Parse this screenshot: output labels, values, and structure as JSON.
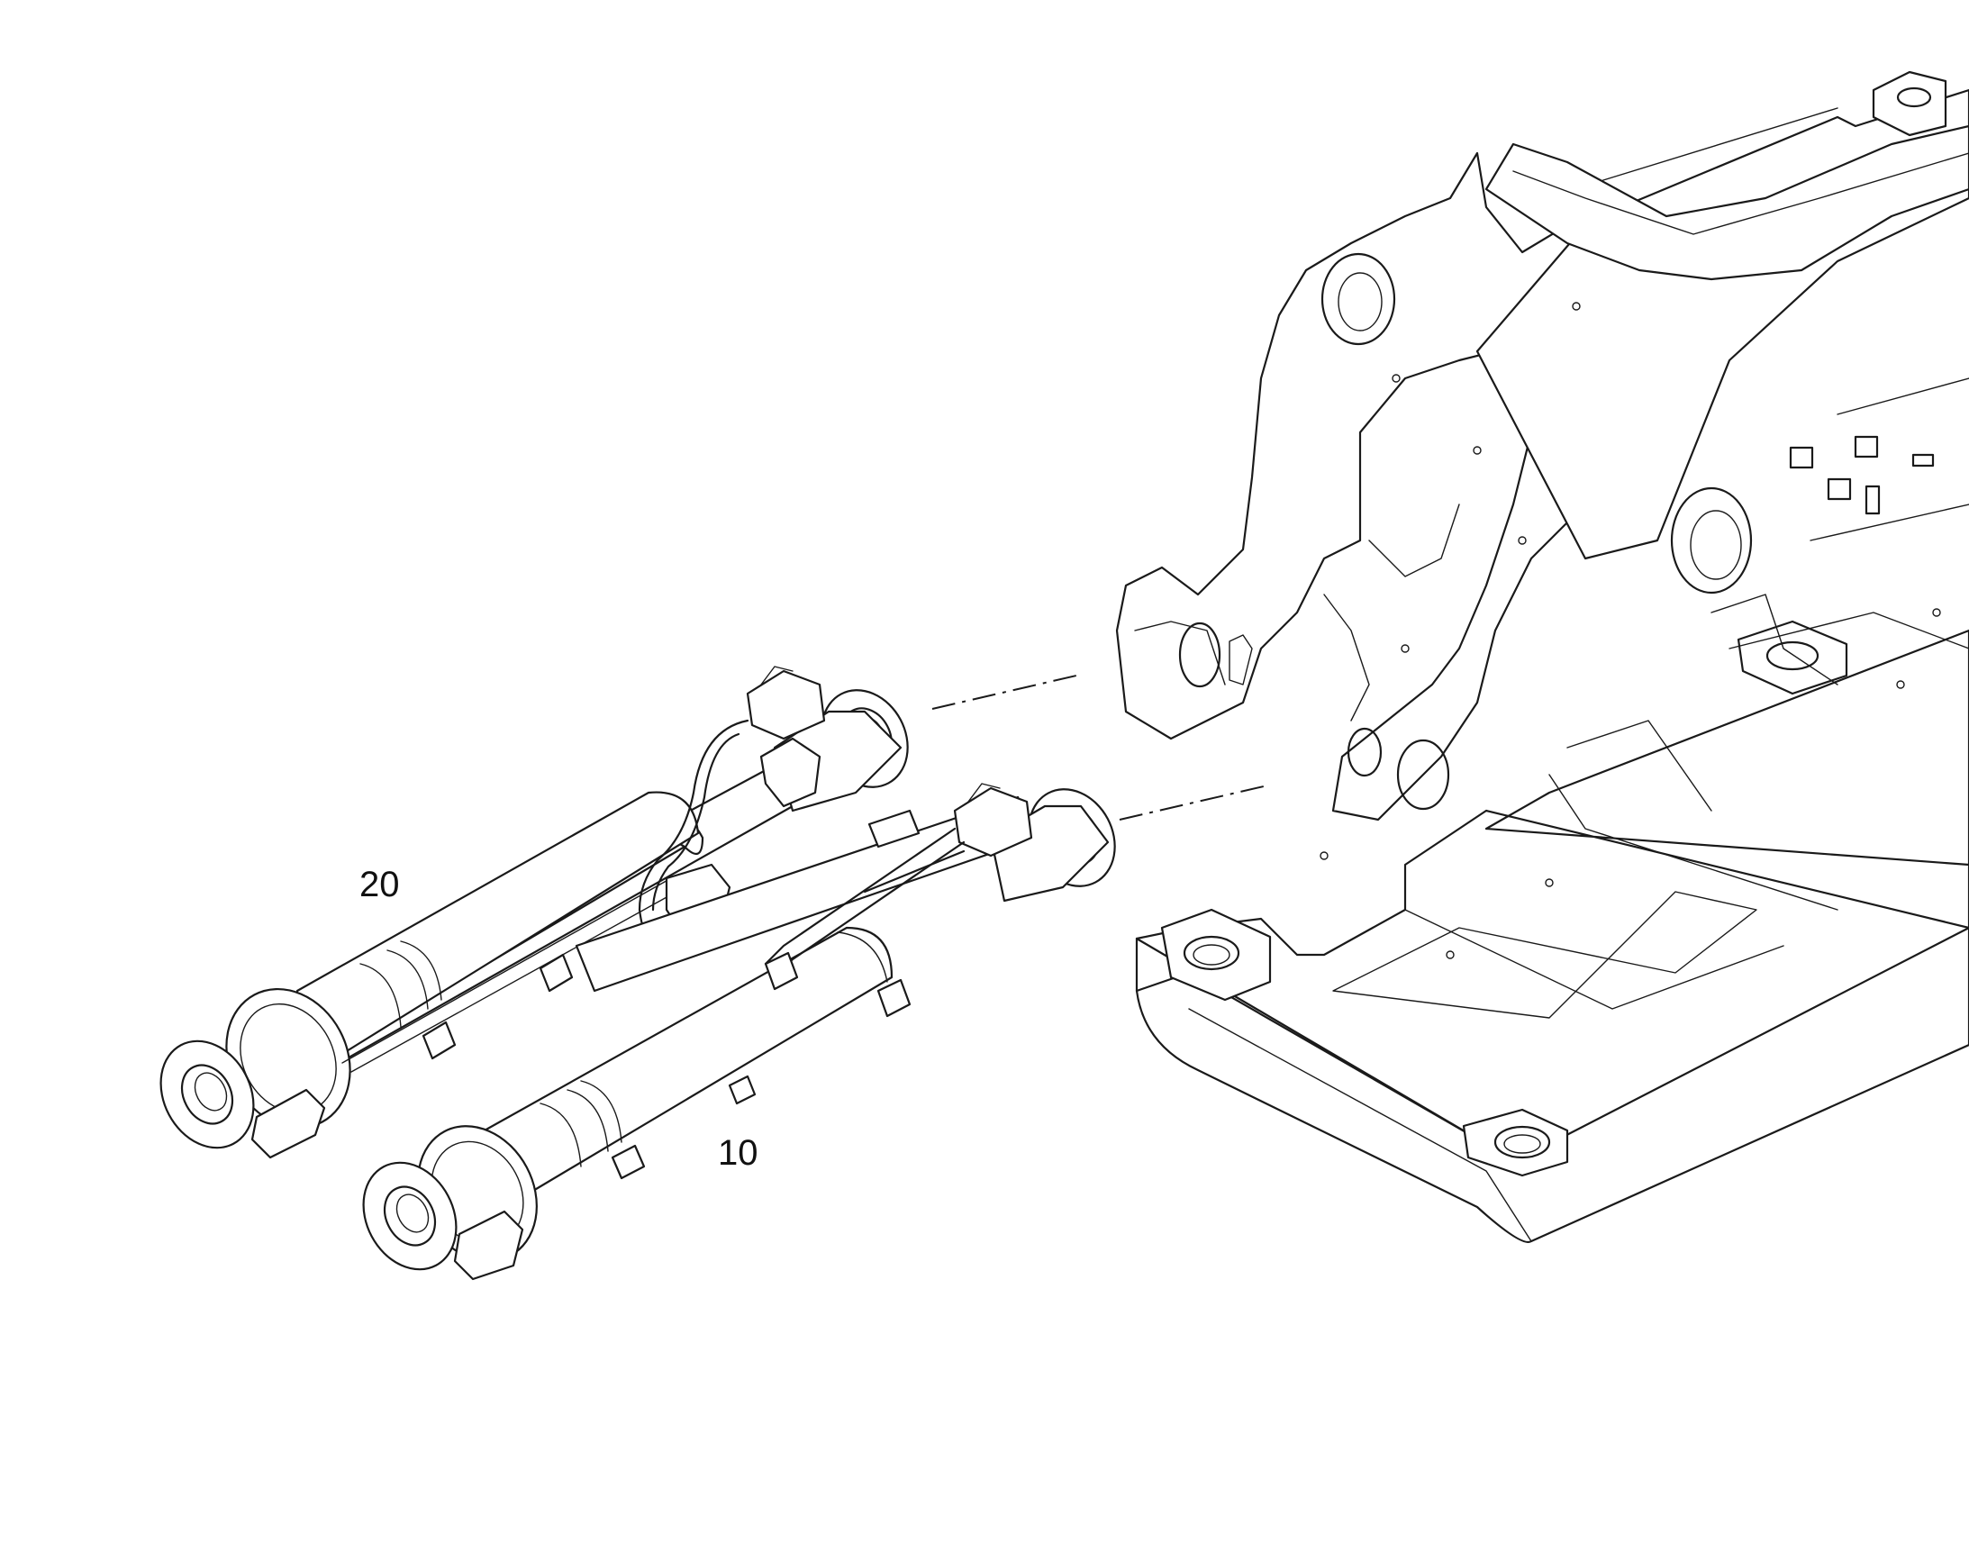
{
  "callouts": [
    {
      "id": "item-20",
      "text": "20"
    },
    {
      "id": "item-10",
      "text": "10"
    }
  ],
  "colors": {
    "line": "#1a1a1a",
    "background": "#ffffff"
  }
}
